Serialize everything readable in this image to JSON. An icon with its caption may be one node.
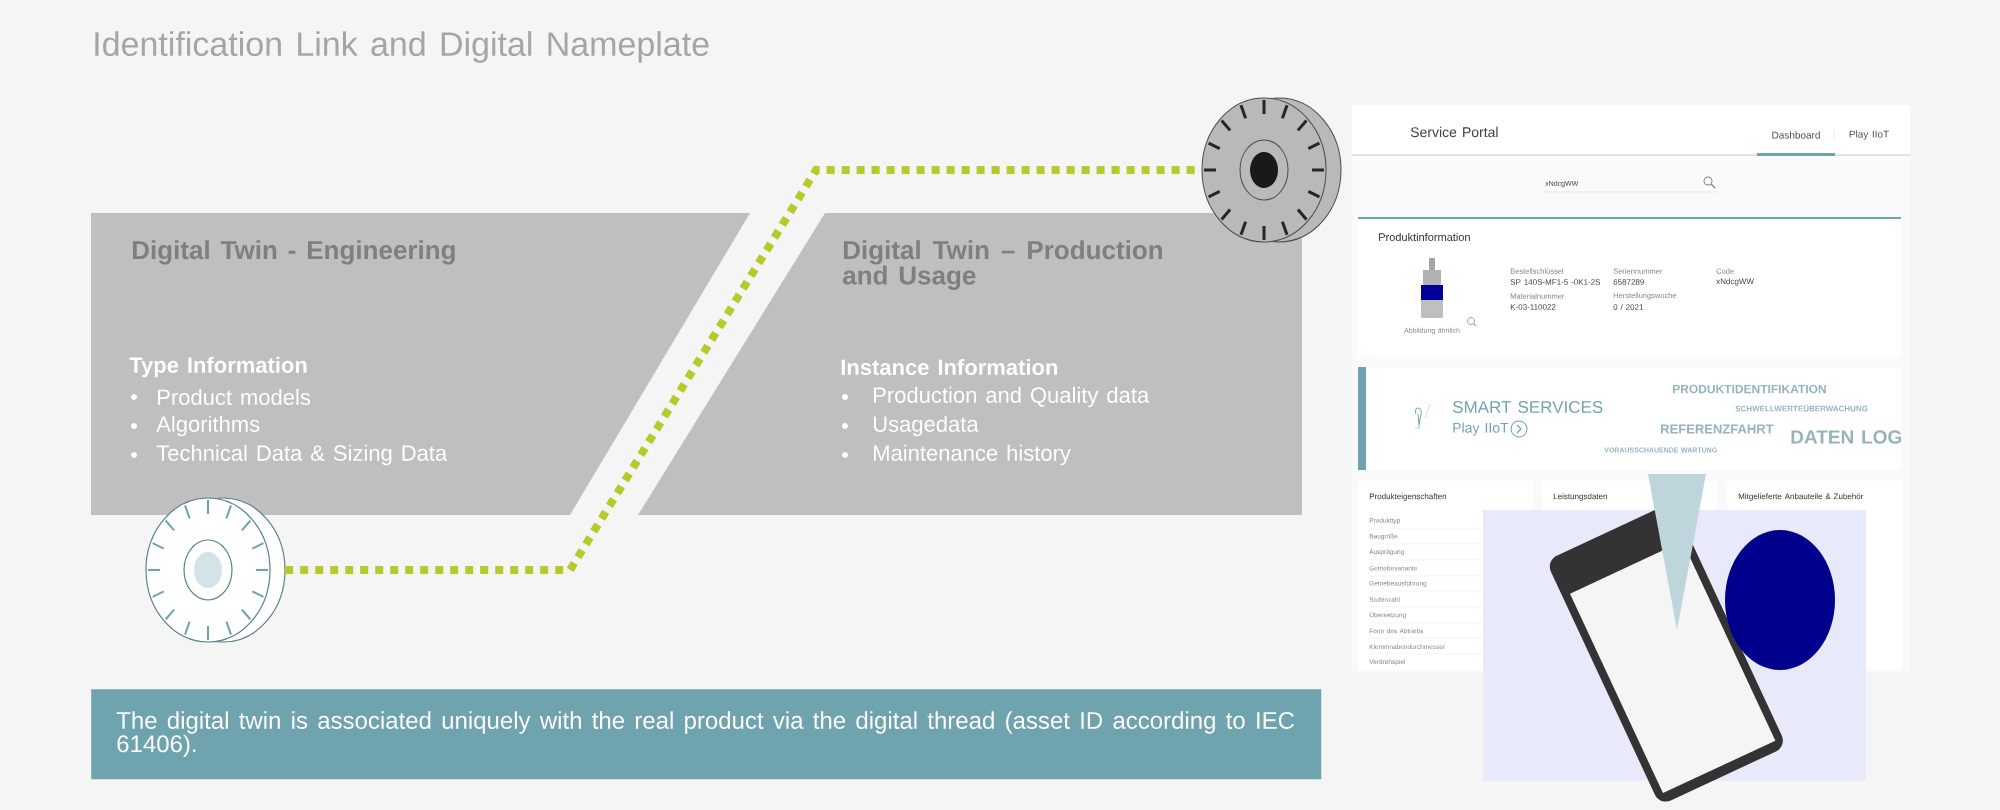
{
  "diagram": {
    "title": "Identification Link and Digital Nameplate",
    "nodes": [
      {
        "text": [
          "Digital Twin - Engineering",
          "Type Information",
          "Product models",
          "Algorithms",
          "Technical Data & Sizing Data"
        ]
      },
      {
        "text": [
          "Digital Twin – Production and Usage",
          "Instance Information",
          "Production and Quality data",
          "Usagedata",
          "Maintenance history"
        ]
      },
      {
        "text": [],
        "shape": "picture"
      },
      {
        "text": [],
        "shape": "picture"
      },
      {
        "text": [
          "The digital twin is associated uniquely with the real product via the digital thread (asset ID according to IEC 61406)."
        ]
      }
    ],
    "edges": [
      {
        "from": 2,
        "to": 3,
        "arrow": "none",
        "style": "dashed",
        "color": "#b7c92b"
      }
    ],
    "labels": [
      "Service Portal",
      "Dashboard",
      "Play IIoT",
      "xNdcgWW",
      "Produktinformation",
      "Abbildung ähnlich",
      "Bestellschlüssel",
      "SP 140S-MF1-5 -0K1-2S",
      "Seriennummer",
      "6587289",
      "Code",
      "xNdcgWW",
      "Materialnummer",
      "K-03-110022",
      "Herstellungswoche",
      "0 / 2021",
      "SMART SERVICES",
      "Play IIoT",
      "PRODUKTIDENTIFIKATION",
      "SCHWELLWERTEÜBERWACHUNG",
      "REFERENZFAHRT",
      "DATEN LOG",
      "VORAUSSCHAUENDE WARTUNG",
      "Produkteigenschaften",
      "Leistungsdaten",
      "Mitgelieferte Anbauteile & Zubehör",
      "Produkttyp",
      "Baugröße",
      "Ausprägung",
      "Getriebevariante",
      "Getriebeausführung",
      "Stufenzahl",
      "Übersetzung",
      "Form des Abtriebs",
      "Klemmnabendurchmesser",
      "Verdrehspiel"
    ]
  }
}
